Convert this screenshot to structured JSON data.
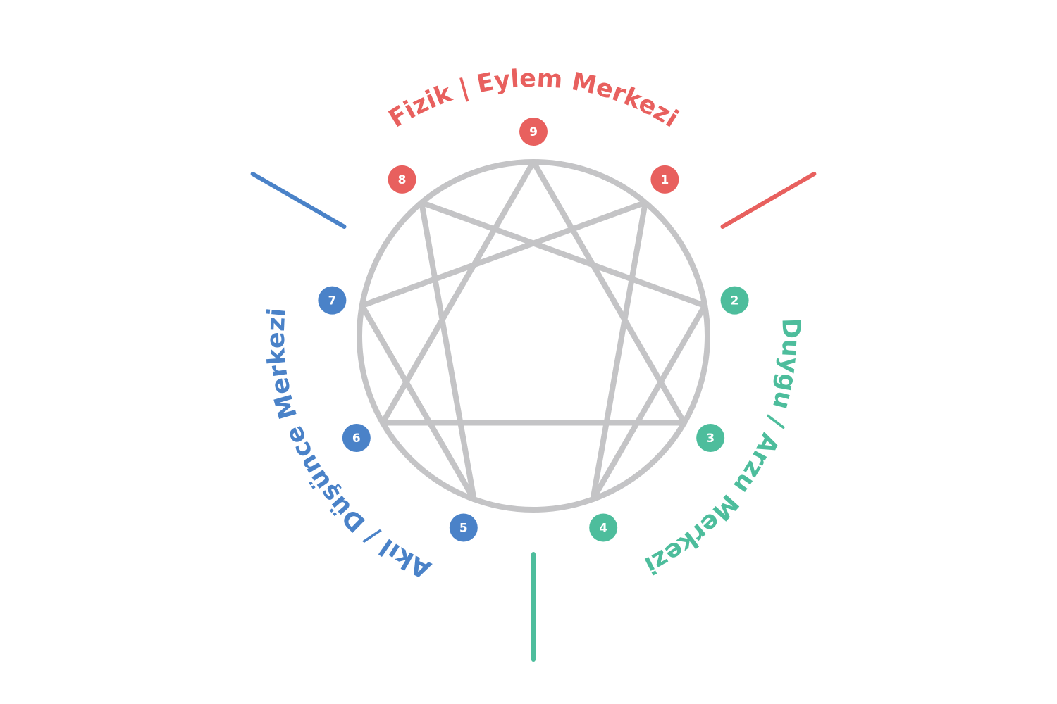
{
  "colors": {
    "body": "#E8605E",
    "heart": "#4DBD9C",
    "head": "#4A82C8",
    "figure": "#C4C4C6"
  },
  "centers": {
    "body": {
      "label": "Fizik | Eylem Merkezi"
    },
    "heart": {
      "label": "Duygu / Arzu Merkezi"
    },
    "head": {
      "label": "Akıl / Düşünce Merkezi"
    }
  },
  "points": [
    {
      "number": "9",
      "center": "body"
    },
    {
      "number": "1",
      "center": "body"
    },
    {
      "number": "2",
      "center": "heart"
    },
    {
      "number": "3",
      "center": "heart"
    },
    {
      "number": "4",
      "center": "heart"
    },
    {
      "number": "5",
      "center": "head"
    },
    {
      "number": "6",
      "center": "head"
    },
    {
      "number": "7",
      "center": "head"
    },
    {
      "number": "8",
      "center": "body"
    }
  ],
  "connections": {
    "triangle": [
      "9",
      "3",
      "6",
      "9"
    ],
    "hexad": [
      "1",
      "4",
      "2",
      "8",
      "5",
      "7",
      "1"
    ]
  }
}
